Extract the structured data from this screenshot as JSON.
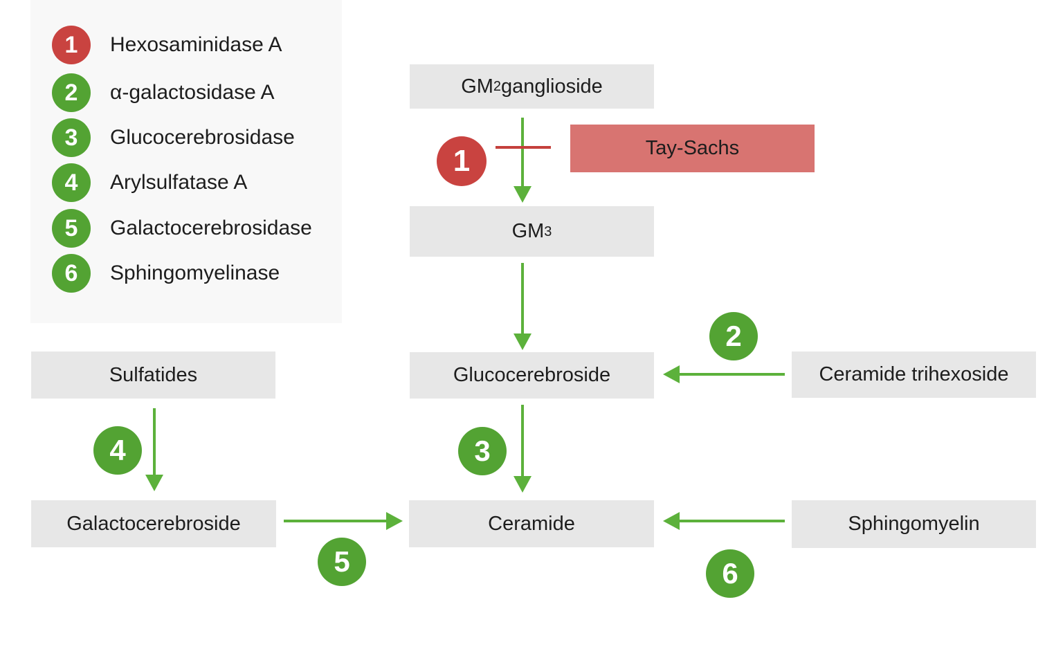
{
  "colors": {
    "enzyme_green": "#53a333",
    "arrow_green": "#5cb13b",
    "enzyme_red": "#c94340",
    "inhibit_line_red": "#c4403c",
    "disease_box_bg": "#d87471",
    "node_bg": "#e7e7e7",
    "legend_bg": "#f8f8f8",
    "text": "#1d1d1d"
  },
  "legend": {
    "items": [
      {
        "number": "1",
        "label": "Hexosaminidase A",
        "variant": "red"
      },
      {
        "number": "2",
        "label": "α-galactosidase A",
        "variant": "green"
      },
      {
        "number": "3",
        "label": "Glucocerebrosidase",
        "variant": "green"
      },
      {
        "number": "4",
        "label": "Arylsulfatase A",
        "variant": "green"
      },
      {
        "number": "5",
        "label": "Galactocerebrosidase",
        "variant": "green"
      },
      {
        "number": "6",
        "label": "Sphingomyelinase",
        "variant": "green"
      }
    ]
  },
  "nodes": {
    "gm2_ganglioside": {
      "pre": "GM",
      "sub": "2",
      "post": " ganglioside"
    },
    "gm3": {
      "pre": "GM",
      "sub": "3",
      "post": ""
    },
    "glucocerebroside": {
      "label": "Glucocerebroside"
    },
    "ceramide_trihexoside": {
      "label": "Ceramide trihexoside"
    },
    "sulfatides": {
      "label": "Sulfatides"
    },
    "galactocerebroside": {
      "label": "Galactocerebroside"
    },
    "ceramide": {
      "label": "Ceramide"
    },
    "sphingomyelin": {
      "label": "Sphingomyelin"
    }
  },
  "disease": {
    "label": "Tay-Sachs"
  }
}
